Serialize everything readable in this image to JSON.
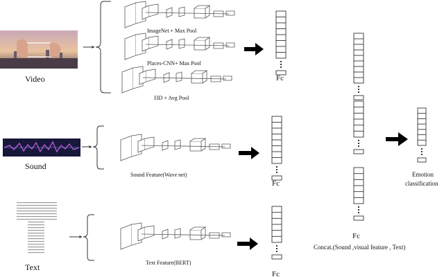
{
  "modalities": {
    "video": "Video",
    "sound": "Sound",
    "text": "Text"
  },
  "networks": {
    "imagenet": "ImageNet + Max Pool",
    "places": "Places-CNN+ Max Pool",
    "i3d": "I3D + Avg Pool",
    "sound": "Sound Feature(Wave net)",
    "text": "Text Feature(BERT)"
  },
  "fc": {
    "video": "Fc",
    "sound": "Fc",
    "text": "Fc",
    "concat": "Fc"
  },
  "concat_caption": "Concat.(Sound ,visual feature , Text)",
  "output": {
    "line1": "Emotion",
    "line2": "classification"
  },
  "colors": {
    "line": "#333333",
    "arrow": "#000000",
    "wave_bg": "#17173a",
    "wave": "#b257d6"
  },
  "icons": {
    "video_thumbnail": "hands-framing-city-photo",
    "sound_thumbnail": "audio-waveform",
    "text_thumbnail": "text-document"
  }
}
